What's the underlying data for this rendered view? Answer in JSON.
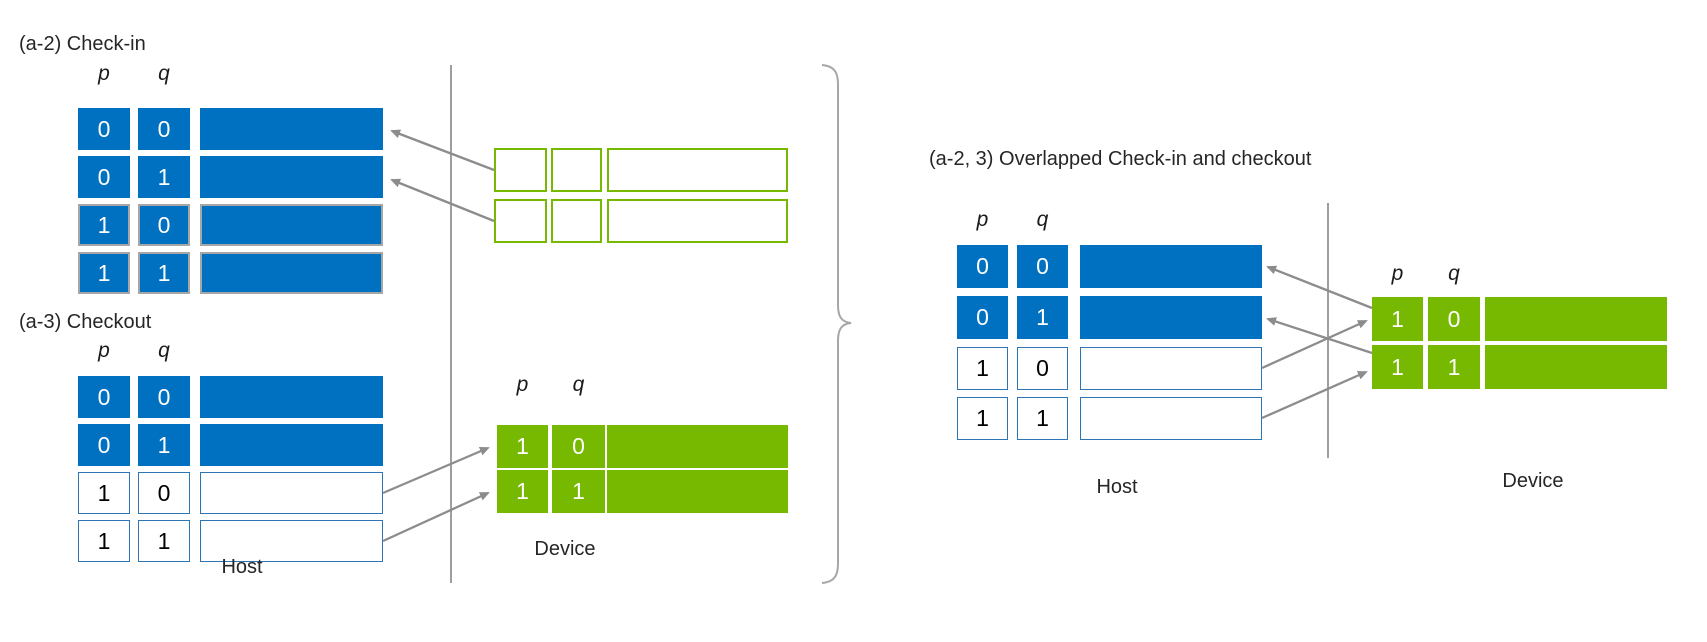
{
  "colors": {
    "blue": "#0070C0",
    "green": "#76B900",
    "cellBorderBlue": "#2E75B6",
    "cellBorderGray": "#A6A6A6",
    "arrowGray": "#8C8C8C",
    "text": "#262626"
  },
  "checkin": {
    "title": "(a-2) Check-in",
    "col_p": "p",
    "col_q": "q",
    "rows": [
      {
        "p": "0",
        "q": "0"
      },
      {
        "p": "0",
        "q": "1"
      },
      {
        "p": "1",
        "q": "0"
      },
      {
        "p": "1",
        "q": "1"
      }
    ]
  },
  "checkout": {
    "title": "(a-3) Checkout",
    "col_p": "p",
    "col_q": "q",
    "rows": [
      {
        "p": "0",
        "q": "0"
      },
      {
        "p": "0",
        "q": "1"
      },
      {
        "p": "1",
        "q": "0"
      },
      {
        "p": "1",
        "q": "1"
      }
    ]
  },
  "device_bottom": {
    "col_p": "p",
    "col_q": "q",
    "rows": [
      {
        "p": "1",
        "q": "0"
      },
      {
        "p": "1",
        "q": "1"
      }
    ]
  },
  "overlapped": {
    "title": "(a-2, 3) Overlapped Check-in and checkout",
    "host": {
      "col_p": "p",
      "col_q": "q",
      "rows": [
        {
          "p": "0",
          "q": "0"
        },
        {
          "p": "0",
          "q": "1"
        },
        {
          "p": "1",
          "q": "0"
        },
        {
          "p": "1",
          "q": "1"
        }
      ]
    },
    "device": {
      "col_p": "p",
      "col_q": "q",
      "rows": [
        {
          "p": "1",
          "q": "0"
        },
        {
          "p": "1",
          "q": "1"
        }
      ]
    }
  },
  "labels": {
    "host_left": "Host",
    "device_left": "Device",
    "host_right": "Host",
    "device_right": "Device"
  }
}
